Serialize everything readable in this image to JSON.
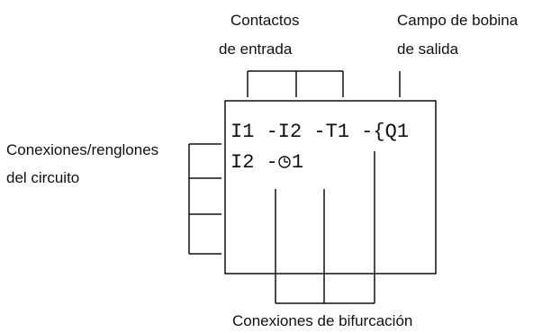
{
  "labels": {
    "input_contacts_line1": "Contactos",
    "input_contacts_line2": "de entrada",
    "coil_field_line1": "Campo de bobina",
    "coil_field_line2": "de salida",
    "circuit_rungs_line1": "Conexiones/renglones",
    "circuit_rungs_line2": "del circuito",
    "branch_connections": "Conexiones de bifurcación"
  },
  "display": {
    "line1": "I1 -I2 -T1 -{Q1",
    "line2_prefix": "I2 -",
    "line2_suffix": "1"
  },
  "icons": {
    "timer": "clock-icon"
  }
}
